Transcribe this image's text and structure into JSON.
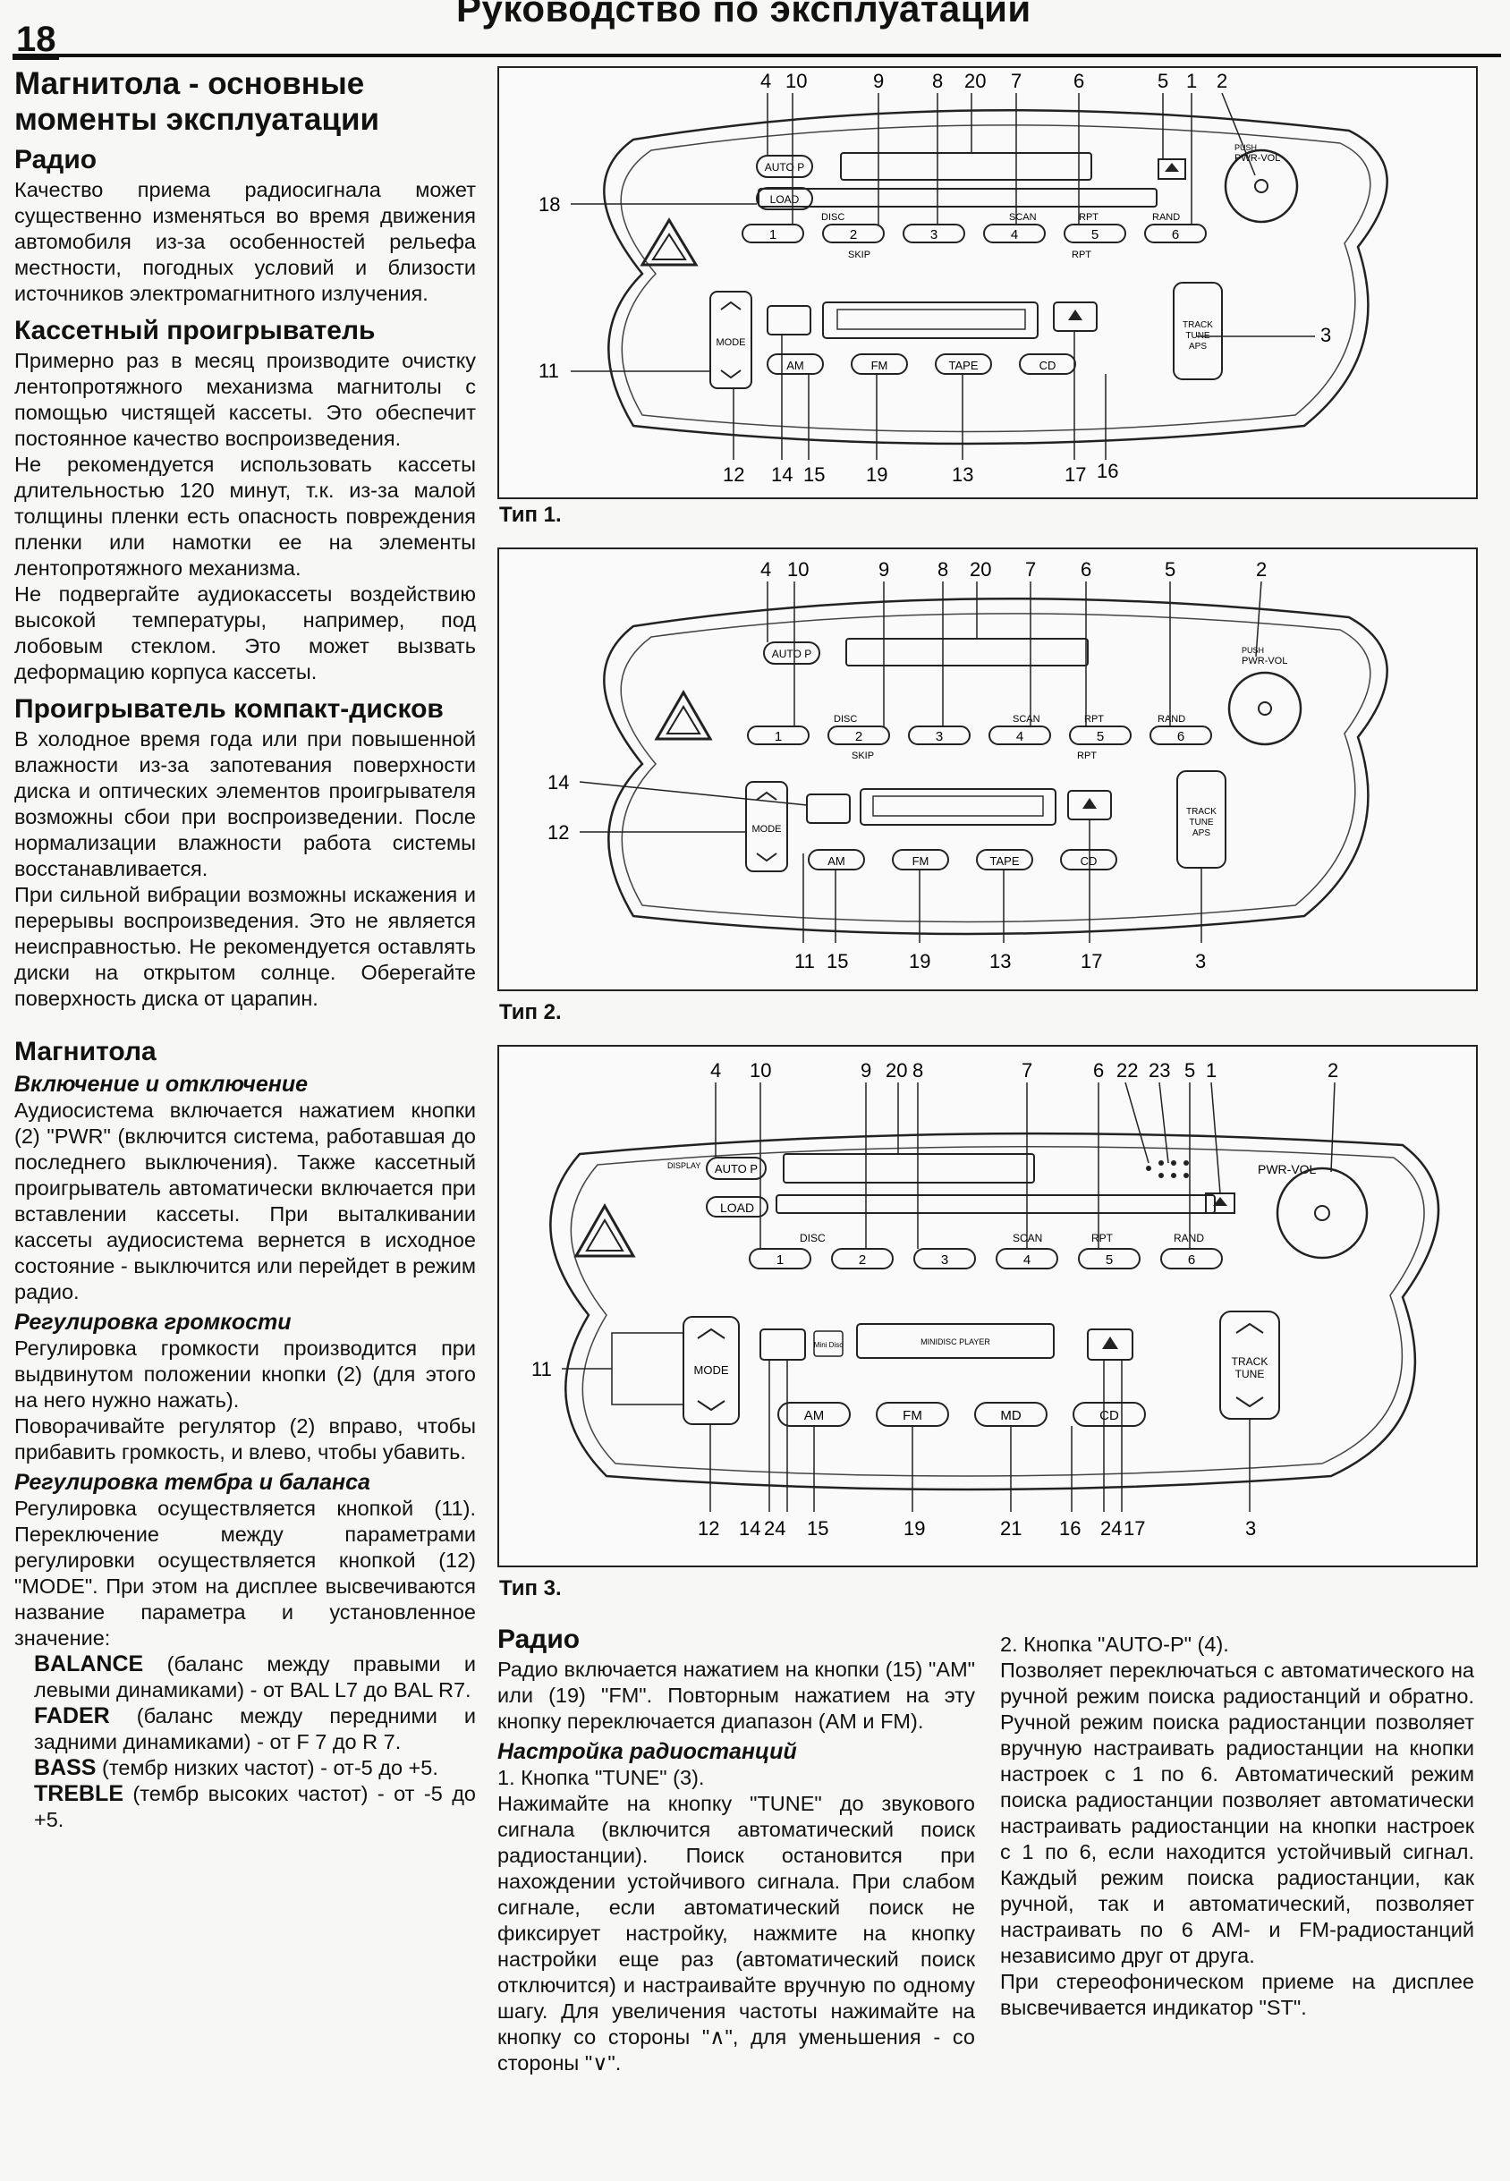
{
  "header": {
    "page_number": "18",
    "title": "Руководство по эксплуатации"
  },
  "left": {
    "main_title": "Магнитола - основные моменты эксплуатации",
    "radio_title": "Радио",
    "radio_text": "Качество приема радиосигнала может существенно изменяться во время движения автомобиля из-за особенностей рельефа местности, погодных условий и близости источников электромагнитного излучения.",
    "cassette_title": "Кассетный проигрыватель",
    "cassette_p1": "Примерно раз в месяц производите очистку лентопротяжного механизма магнитолы с помощью чистящей кассеты. Это обеспечит постоянное качество воспроизведения.",
    "cassette_p2": "Не рекомендуется использовать кассеты длительностью 120 минут, т.к. из-за малой толщины пленки есть опасность повреждения пленки или намотки ее на элементы лентопротяжного механизма.",
    "cassette_p3": "Не подвергайте аудиокассеты воздействию высокой температуры, например, под лобовым стеклом. Это может вызвать деформацию корпуса кассеты.",
    "cd_title": "Проигрыватель компакт-дисков",
    "cd_p1": "В холодное время года или при повышенной влажности из-за запотевания поверхности диска и оптических элементов проигрывателя возможны сбои при воспроизведении. После нормализации влажности работа системы восстанавливается.",
    "cd_p2": "При сильной вибрации возможны искажения и перерывы воспроизведения. Это не является неисправностью. Не рекомендуется оставлять диски на открытом солнце. Оберегайте поверхность диска от царапин.",
    "mag_title": "Магнитола",
    "onoff_title": "Включение и отключение",
    "onoff_text": "Аудиосистема включается нажатием кнопки (2) \"PWR\" (включится система, работавшая до последнего выключения). Также кассетный проигрыватель автоматически включается при вставлении кассеты. При выталкивании кассеты аудиосистема вернется в исходное состояние - выключится или перейдет в режим радио.",
    "volume_title": "Регулировка громкости",
    "volume_p1": "Регулировка громкости производится при выдвинутом положении кнопки (2) (для этого на него нужно нажать).",
    "volume_p2": "Поворачивайте регулятор (2) вправо, чтобы прибавить громкость, и влево, чтобы убавить.",
    "tone_title": "Регулировка тембра и баланса",
    "tone_text": "Регулировка осуществляется кнопкой (11). Переключение между параметрами регулировки осуществляется кнопкой (12) \"MODE\". При этом на дисплее высвечиваются название параметра и установленное значение:",
    "params": [
      {
        "name": "BALANCE",
        "desc": " (баланс между правыми и левыми динамиками) - от BAL L7 до BAL R7."
      },
      {
        "name": "FADER",
        "desc": " (баланс между передними и задними динамиками) - от F 7 до R 7."
      },
      {
        "name": "BASS",
        "desc": " (тембр низких частот) - от-5 до +5."
      },
      {
        "name": "TREBLE",
        "desc": " (тембр высоких частот) - от -5 до +5."
      }
    ]
  },
  "figures": {
    "type1": "Тип 1.",
    "type2": "Тип 2.",
    "type3": "Тип 3.",
    "labels": {
      "auto_p": "AUTO P",
      "load": "LOAD",
      "disc": "DISC",
      "scan": "SCAN",
      "rpt": "RPT",
      "rand": "RAND",
      "skip": "SKIP",
      "mode": "MODE",
      "track": "TRACK",
      "tune": "TUNE",
      "aps": "APS",
      "am": "AM",
      "fm": "FM",
      "tape": "TAPE",
      "cd": "CD",
      "md": "MD",
      "pwr_vol": "PWR-VOL",
      "push": "PUSH",
      "display": "DISPLAY",
      "mini_disc": "MINIDISC PLAYER",
      "md_logo": "Mini Disc"
    },
    "presets": [
      "1",
      "2",
      "3",
      "4",
      "5",
      "6"
    ],
    "callouts_t1_top": [
      "4",
      "10",
      "9",
      "8",
      "20",
      "7",
      "6",
      "5",
      "1",
      "2"
    ],
    "callouts_t1_bottom": [
      "12",
      "14",
      "15",
      "19",
      "13",
      "17",
      "16"
    ],
    "callouts_t1_side": [
      "18",
      "11",
      "3"
    ],
    "callouts_t2_top": [
      "4",
      "10",
      "9",
      "8",
      "20",
      "7",
      "6",
      "5",
      "2"
    ],
    "callouts_t2_bottom": [
      "11",
      "15",
      "19",
      "13",
      "17",
      "3"
    ],
    "callouts_t2_side": [
      "14",
      "12"
    ],
    "callouts_t3_top": [
      "4",
      "10",
      "9",
      "20",
      "8",
      "7",
      "6",
      "22",
      "23",
      "5",
      "1",
      "2"
    ],
    "callouts_t3_bottom": [
      "12",
      "14",
      "24",
      "15",
      "19",
      "21",
      "16",
      "24",
      "17",
      "3"
    ],
    "callouts_t3_side": [
      "11"
    ]
  },
  "right": {
    "radio_title": "Радио",
    "radio_text": "Радио включается нажатием на кнопки (15) \"AM\" или (19) \"FM\". Повторным нажатием на эту кнопку переключается диапазон (AM и FM).",
    "tuning_title": "Настройка радиостанций",
    "tune_head": "1. Кнопка \"TUNE\" (3).",
    "tune_text": "Нажимайте на кнопку \"TUNE\" до звукового сигнала (включится автоматический поиск радиостанции). Поиск остановится при нахождении устойчивого сигнала. При слабом сигнале, если автоматический поиск не фиксирует настройку, нажмите на кнопку настройки еще раз (автоматический поиск отключится) и настраивайте вручную по одному шагу. Для увеличения частоты нажимайте на кнопку со стороны \"∧\", для уменьшения - со стороны \"∨\".",
    "autop_head": "2. Кнопка \"AUTO-P\" (4).",
    "autop_text": "Позволяет переключаться с автоматического на ручной режим поиска радиостанций и обратно. Ручной режим поиска радиостанции позволяет вручную настраивать радиостанции на кнопки настроек с 1 по 6. Автоматический режим поиска радиостанции позволяет автоматически настраивать радиостанции на кнопки настроек с 1 по 6, если находится устойчивый сигнал. Каждый режим поиска радиостанции, как ручной, так и автоматический, позволяет настраивать по 6 AM- и FM-радиостанций независимо друг от друга.",
    "st_text": "При стереофоническом приеме на дисплее высвечивается индикатор \"ST\"."
  }
}
